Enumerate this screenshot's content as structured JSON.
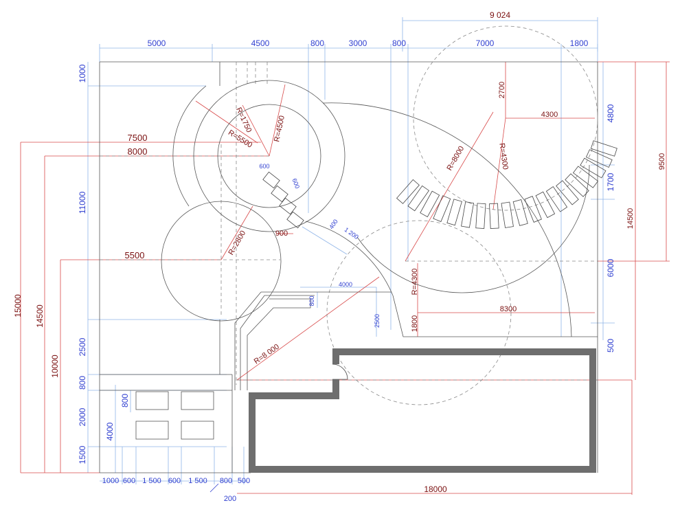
{
  "dims_blue_top": [
    "5000",
    "4500",
    "800",
    "3000",
    "800",
    "7000",
    "1800"
  ],
  "dim_top_overall": "9 024",
  "dims_blue_left": [
    "1000",
    "11000",
    "2500",
    "800",
    "2000",
    "1500",
    "800",
    "4000"
  ],
  "dims_blue_bottom": [
    "1000",
    "600",
    "1 500",
    "600",
    "1 500",
    "800",
    "500",
    "200"
  ],
  "dims_blue_right": [
    "4800",
    "1700",
    "6000",
    "500"
  ],
  "dims_blue_misc": [
    "600",
    "600",
    "400",
    "1 200",
    "4000",
    "800",
    "2500",
    "1800"
  ],
  "dims_red_left": [
    "15000",
    "14500",
    "10000"
  ],
  "dims_red_horizontal": [
    "7500",
    "8000",
    "5500",
    "900",
    "4300",
    "8300",
    "18000"
  ],
  "dims_red_right": [
    "9500",
    "14500"
  ],
  "dims_red_vertical": [
    "2700"
  ],
  "radii": [
    "R=1750",
    "R=4500",
    "R=5500",
    "R=2800",
    "R=8000",
    "R=4300",
    "R=4300",
    "R=8 000"
  ]
}
